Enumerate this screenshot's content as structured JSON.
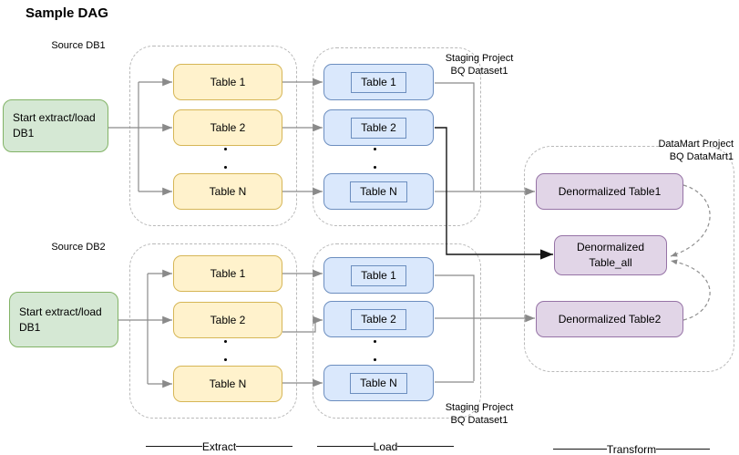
{
  "title": "Sample DAG",
  "rows": [
    {
      "source_label": "Source DB1",
      "start_label_line1": "Start extract/load",
      "start_label_line2": "DB1",
      "extract_tables": [
        "Table 1",
        "Table 2",
        "Table N"
      ],
      "load_tables": [
        "Table 1",
        "Table 2",
        "Table N"
      ],
      "staging_label_line1": "Staging Project",
      "staging_label_line2": "BQ Dataset1"
    },
    {
      "source_label": "Source DB2",
      "start_label_line1": "Start extract/load",
      "start_label_line2": "DB1",
      "extract_tables": [
        "Table 1",
        "Table 2",
        "Table N"
      ],
      "load_tables": [
        "Table 1",
        "Table 2",
        "Table N"
      ],
      "staging_label_line1": "Staging Project",
      "staging_label_line2": "BQ Dataset1"
    }
  ],
  "datamart": {
    "label_line1": "DataMart Project",
    "label_line2": "BQ DataMart1",
    "table1": "Denormalized Table1",
    "table_all_line1": "Denormalized",
    "table_all_line2": "Table_all",
    "table2": "Denormalized Table2"
  },
  "stage_labels": [
    "Extract",
    "Load",
    "Transform"
  ],
  "colors": {
    "green_fill": "#d5e8d4",
    "green_border": "#82b366",
    "yellow_fill": "#fff2cc",
    "yellow_border": "#d6b656",
    "blue_fill": "#dae8fc",
    "blue_border": "#6c8ebf",
    "purple_fill": "#e1d5e7",
    "purple_border": "#9673a6",
    "connector": "#8a8a8a",
    "connector_dark": "#141414",
    "group_border": "#b9b9b9"
  }
}
